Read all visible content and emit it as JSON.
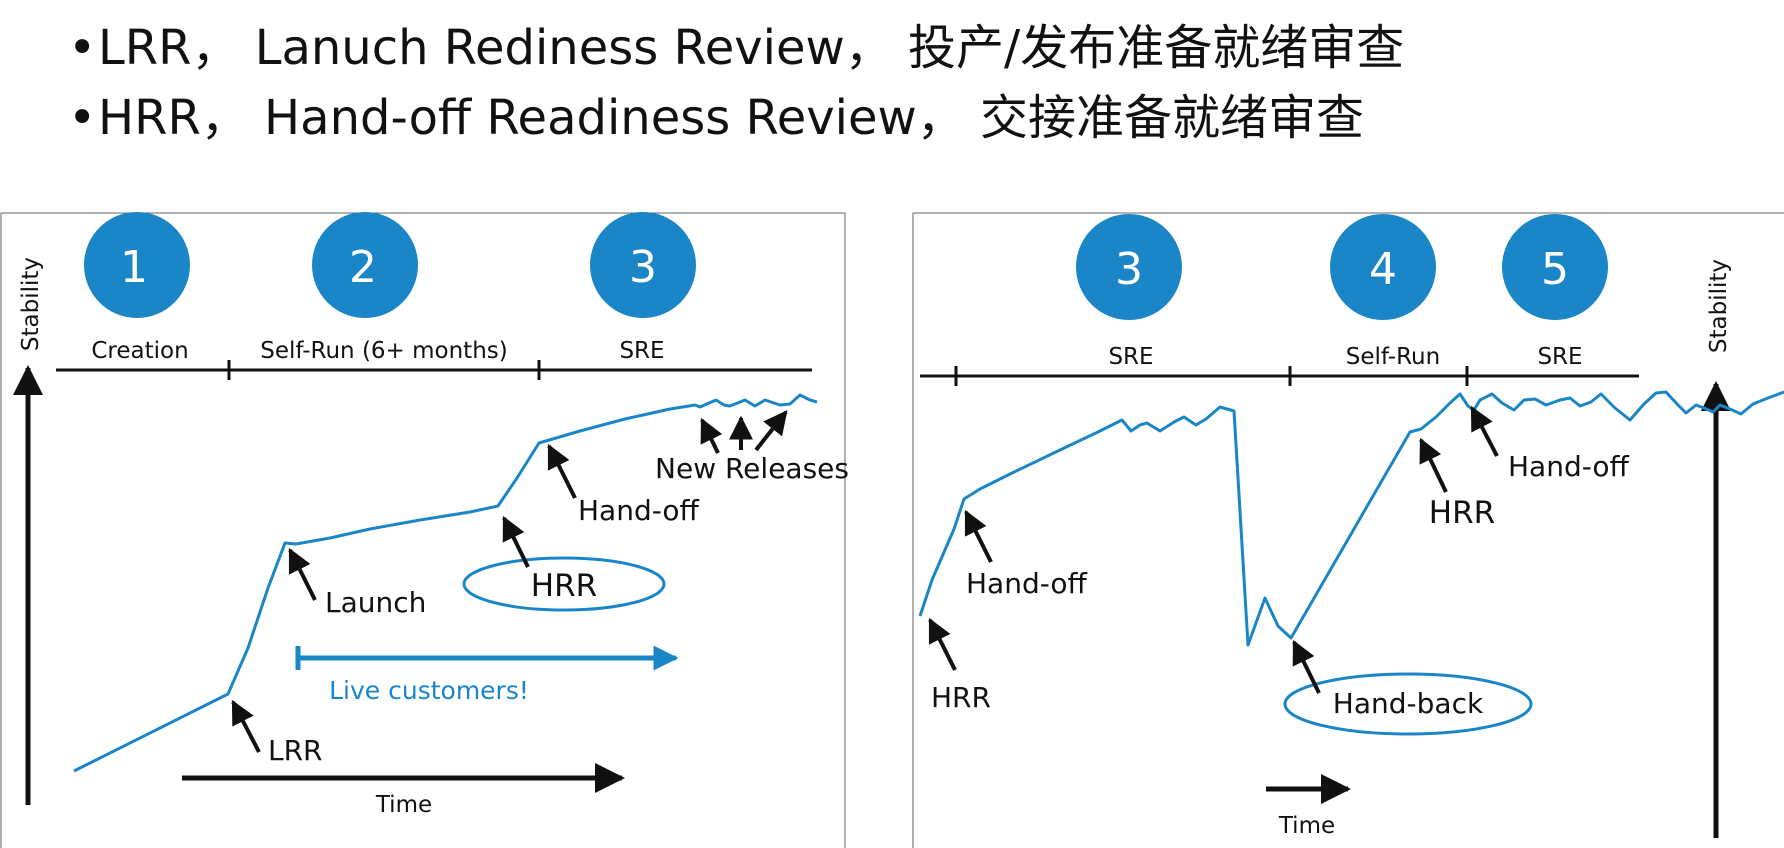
{
  "bullets": [
    "LRR， Lanuch Rediness Review， 投产/发布准备就绪审查",
    "HRR， Hand-off Readiness Review， 交接准备就绪审查"
  ],
  "colors": {
    "accent": "#1a86c7",
    "text": "#111111"
  },
  "left_panel": {
    "phase_numbers": [
      "1",
      "2",
      "3"
    ],
    "phase_labels": [
      "Creation",
      "Self-Run (6+ months)",
      "SRE"
    ],
    "y_axis_label": "Stability",
    "x_axis_label": "Time",
    "annotations": {
      "lrr": "LRR",
      "launch": "Launch",
      "hrr": "HRR",
      "handoff": "Hand-off",
      "new_releases": "New Releases",
      "live_customers": "Live customers!"
    }
  },
  "right_panel": {
    "phase_numbers": [
      "3",
      "4",
      "5"
    ],
    "phase_labels": [
      "SRE",
      "Self-Run",
      "SRE"
    ],
    "y_axis_label": "Stability",
    "x_axis_label": "Time",
    "annotations": {
      "hrr_start": "HRR",
      "handoff_1": "Hand-off",
      "handback": "Hand-back",
      "hrr_2": "HRR",
      "handoff_2": "Hand-off"
    }
  }
}
